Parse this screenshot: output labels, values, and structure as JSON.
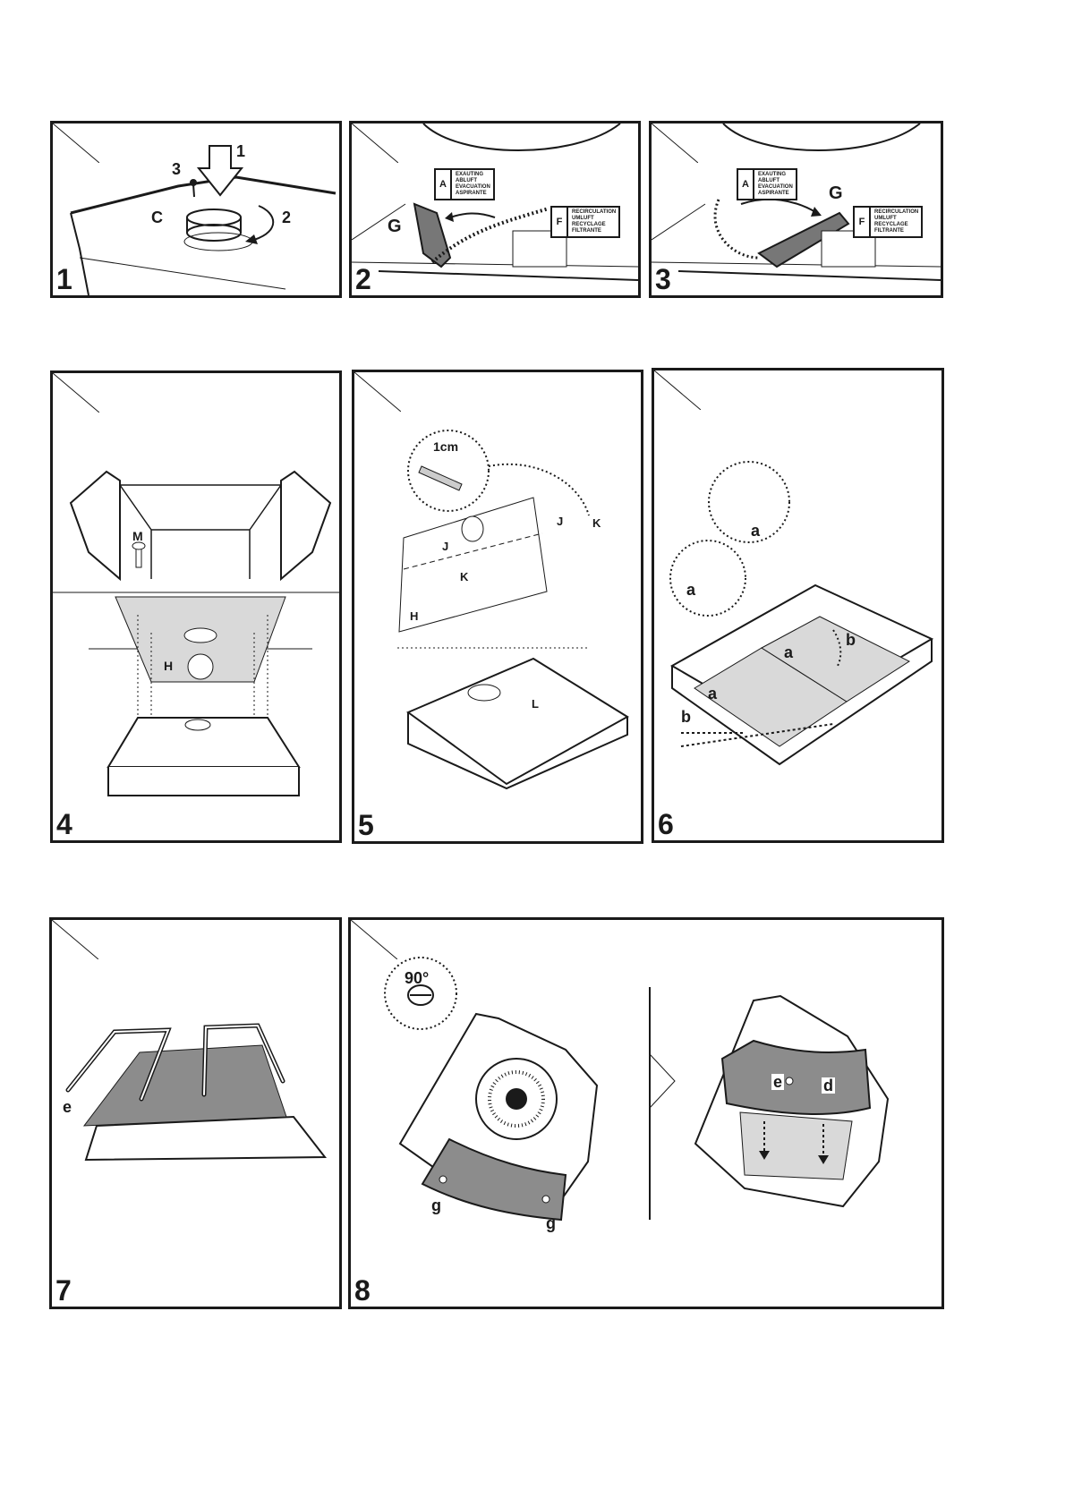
{
  "panels": [
    {
      "number": "1",
      "labels": {
        "step1": "1",
        "step2": "2",
        "step3": "3",
        "c": "C"
      }
    },
    {
      "number": "2",
      "labels": {
        "g": "G"
      },
      "tags": [
        {
          "key": "A",
          "lines": [
            "EXAUTING",
            "ABLUFT",
            "EVACUATION",
            "ASPIRANTE"
          ]
        },
        {
          "key": "F",
          "lines": [
            "RECIRCULATION",
            "UMLUFT",
            "RECYCLAGE",
            "FILTRANTE"
          ]
        }
      ]
    },
    {
      "number": "3",
      "labels": {
        "g": "G"
      },
      "tags": [
        {
          "key": "A",
          "lines": [
            "EXAUTING",
            "ABLUFT",
            "EVACUATION",
            "ASPIRANTE"
          ]
        },
        {
          "key": "F",
          "lines": [
            "RECIRCULATION",
            "UMLUFT",
            "RECYCLAGE",
            "FILTRANTE"
          ]
        }
      ]
    },
    {
      "number": "4",
      "labels": {
        "m": "M",
        "h": "H"
      }
    },
    {
      "number": "5",
      "labels": {
        "cm": "1cm",
        "j1": "J",
        "j2": "J",
        "k1": "K",
        "k2": "K",
        "h": "H",
        "l": "L"
      }
    },
    {
      "number": "6",
      "labels": {
        "a1": "a",
        "a2": "a",
        "a3": "a",
        "a4": "a",
        "b1": "b",
        "b2": "b"
      }
    },
    {
      "number": "7",
      "labels": {
        "e": "e"
      }
    },
    {
      "number": "8",
      "labels": {
        "angle": "90°",
        "g1": "g",
        "g2": "g",
        "e": "e",
        "d": "d"
      }
    }
  ],
  "colors": {
    "ink": "#1a1a1a",
    "filter_gray": "#8c8c8c",
    "light_gray": "#d9d9d9"
  }
}
